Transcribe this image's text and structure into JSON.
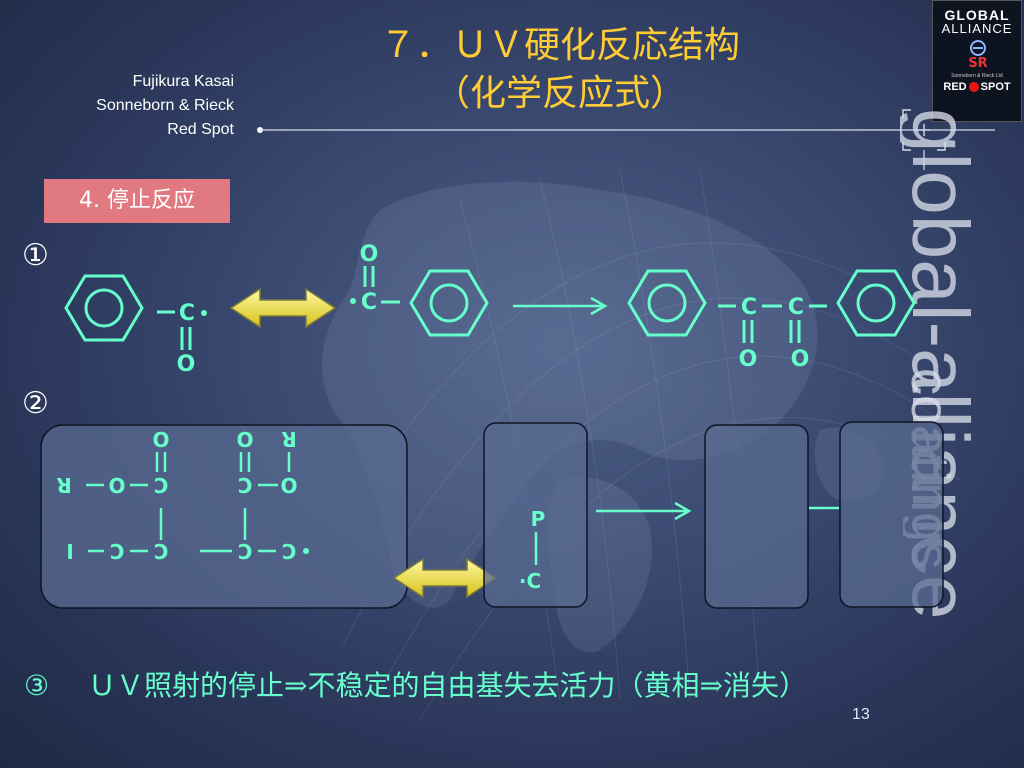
{
  "header": {
    "company_lines": [
      "Fujikura Kasai",
      "Sonneborn & Rieck",
      "Red Spot"
    ],
    "title_line1": "７．ＵＶ硬化反応结构",
    "title_line2": "（化学反应式）"
  },
  "logo": {
    "line1": "GLOBAL",
    "line2": "ALLIANCE",
    "company": "Sonneborn & Rieck Ltd",
    "red_spot_left": "RED",
    "red_spot_right": "SPOT"
  },
  "watermark": {
    "text1": "global-alliance",
    "text2": "coatings"
  },
  "section_tag": "4. 停止反应",
  "reactions": {
    "r1_number": "①",
    "r2_number": "②",
    "r3_number": "③"
  },
  "chem": {
    "carbon": "C",
    "oxygen": "O",
    "radical_carbon": "·C",
    "carbon_radical": "C·",
    "polymer": "P",
    "r_group": "R",
    "i_group": "I"
  },
  "footer_text": "ＵＶ照射的停止⇒不稳定的自由基失去活力（黄相⇒消失）",
  "page_number": "13",
  "colors": {
    "background": "#2f3d63",
    "title": "#ffcc33",
    "structure": "#66ffcc",
    "tag_background": "#e07a80",
    "arrow_yellow": "#ffee66",
    "panel": "#5a6b91"
  }
}
